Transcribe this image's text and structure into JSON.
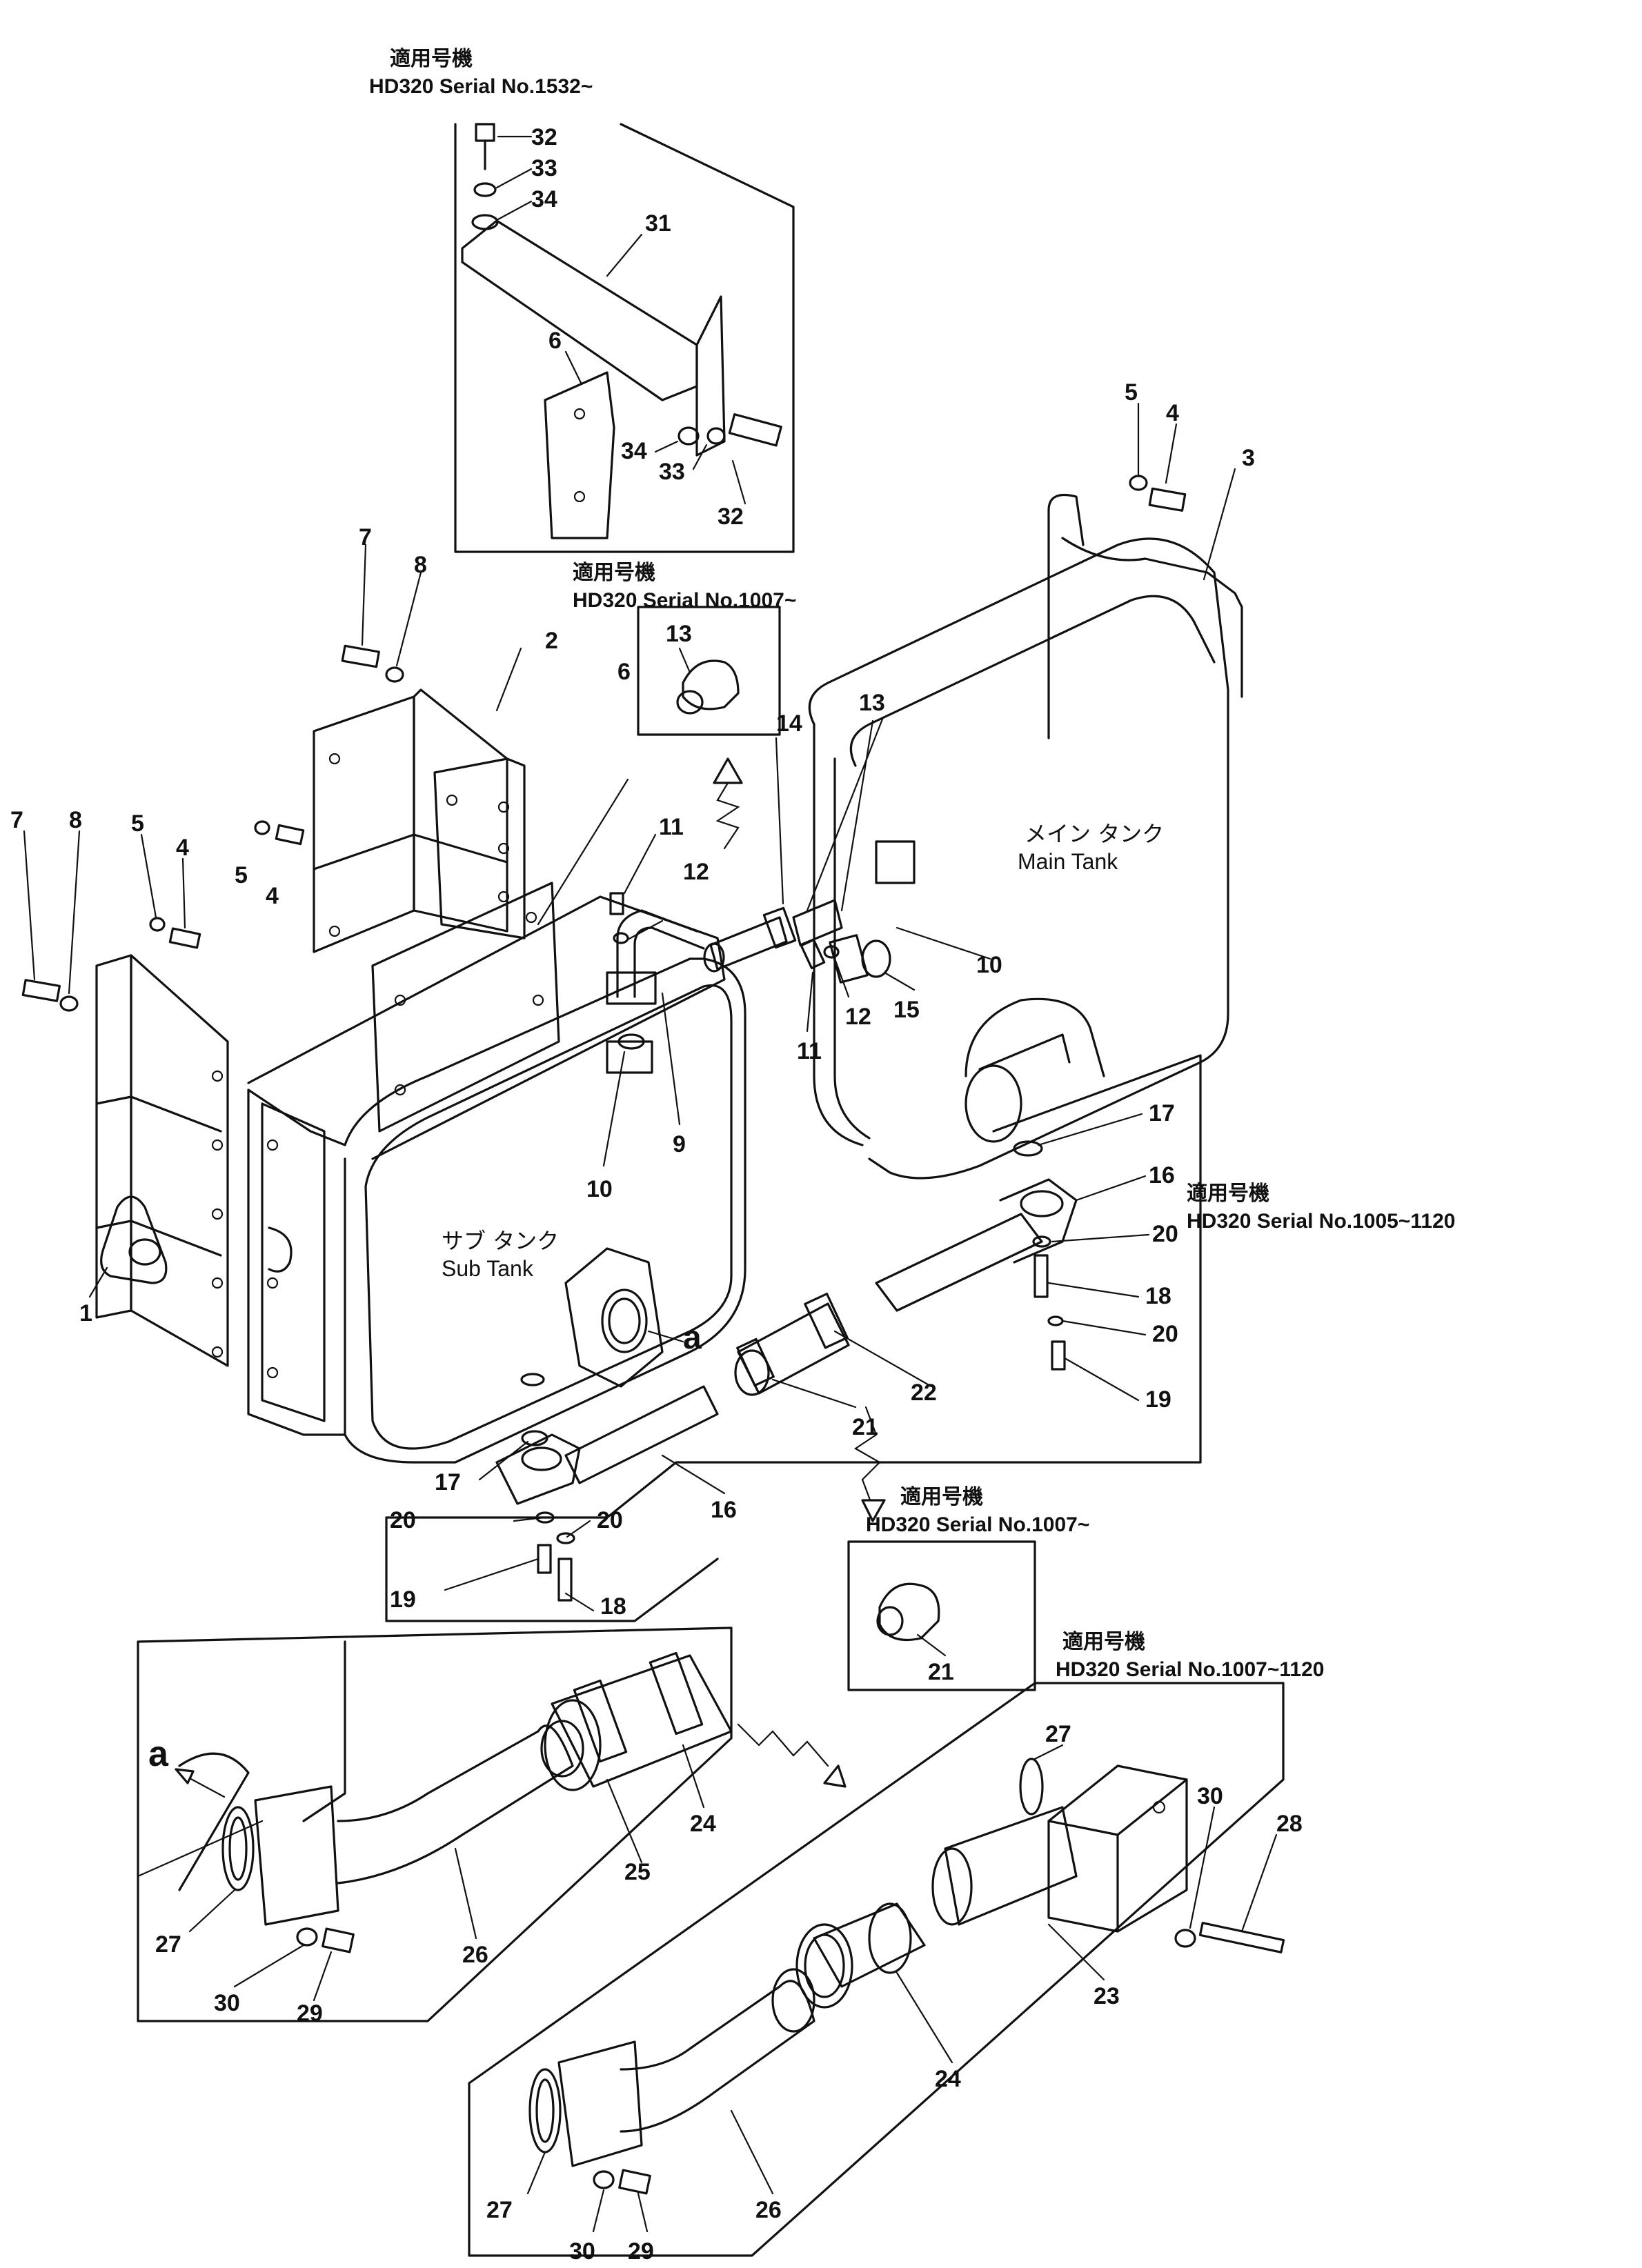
{
  "headers": {
    "jp_applicable": "適用号機",
    "s1532": "HD320 Serial No.1532~",
    "s1007_top": "HD320 Serial No.1007~",
    "s1005_1120": "HD320 Serial No.1005~1120",
    "s1007_mid": "HD320 Serial No.1007~",
    "s1007_1120": "HD320 Serial No.1007~1120"
  },
  "labels": {
    "main_tank_jp": "メイン タンク",
    "main_tank_en": "Main Tank",
    "sub_tank_jp": "サブ タンク",
    "sub_tank_en": "Sub Tank",
    "view_a": "a"
  },
  "parts": {
    "p1": "1",
    "p2": "2",
    "p3": "3",
    "p4": "4",
    "p5": "5",
    "p6": "6",
    "p7": "7",
    "p8": "8",
    "p9": "9",
    "p10": "10",
    "p11": "11",
    "p12": "12",
    "p13": "13",
    "p14": "14",
    "p15": "15",
    "p16": "16",
    "p17": "17",
    "p18": "18",
    "p19": "19",
    "p20": "20",
    "p21": "21",
    "p22": "22",
    "p23": "23",
    "p24": "24",
    "p25": "25",
    "p26": "26",
    "p27": "27",
    "p28": "28",
    "p29": "29",
    "p30": "30",
    "p31": "31",
    "p32": "32",
    "p33": "33",
    "p34": "34"
  }
}
